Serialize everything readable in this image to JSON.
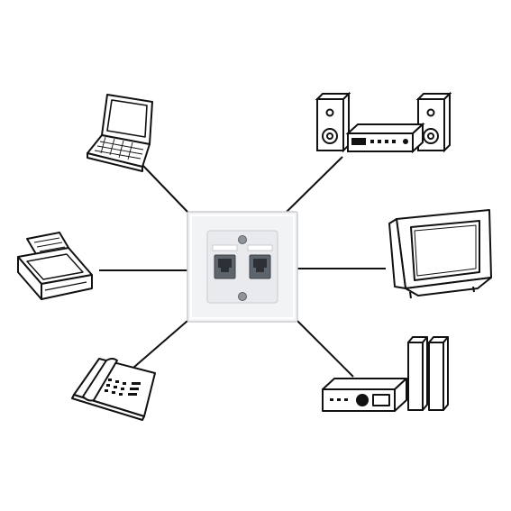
{
  "diagram": {
    "hub": {
      "kind": "wall-outlet",
      "ports": 2,
      "icon": "ethernet-wall-socket-icon"
    },
    "devices": [
      {
        "id": "laptop",
        "icon": "laptop-icon"
      },
      {
        "id": "stereo",
        "icon": "stereo-system-icon"
      },
      {
        "id": "printer",
        "icon": "printer-icon"
      },
      {
        "id": "television",
        "icon": "television-icon"
      },
      {
        "id": "telephone",
        "icon": "telephone-icon"
      },
      {
        "id": "media-player",
        "icon": "media-player-speakers-icon"
      }
    ]
  }
}
